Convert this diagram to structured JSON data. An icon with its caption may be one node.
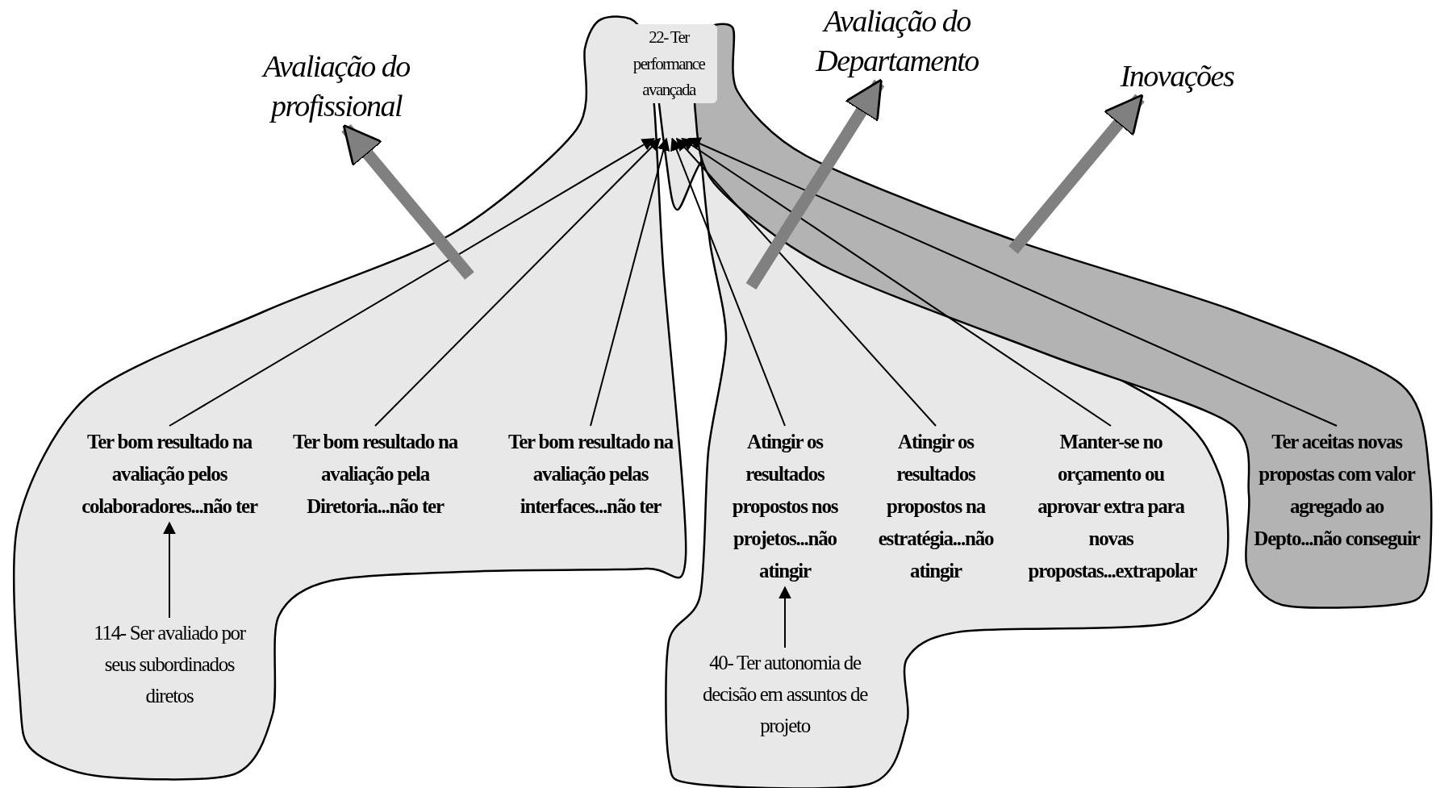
{
  "diagram": {
    "nodes": [
      {
        "text": [
          "Avaliação do profissional"
        ]
      },
      {
        "text": [
          "22- Ter performance avançada"
        ]
      },
      {
        "text": [
          "Avaliação do Departamento"
        ]
      },
      {
        "text": [
          "Inovações"
        ]
      },
      {
        "text": [],
        "shape": "cloud"
      },
      {
        "text": [
          "Ter bom resultado na avaliação pelos colaboradores...não ter"
        ],
        "in": 4
      },
      {
        "text": [
          "Ter bom resultado na avaliação pela Diretoria...não ter"
        ],
        "in": 4
      },
      {
        "text": [
          "Ter bom resultado na avaliação pelas interfaces...não ter"
        ],
        "in": 4
      },
      {
        "text": [
          "114- Ser avaliado por seus subordinados diretos"
        ],
        "in": 4
      },
      {
        "text": [],
        "shape": "cloud"
      },
      {
        "text": [
          "Atingir os resultados propostos nos projetos...não atingir"
        ],
        "in": 9
      },
      {
        "text": [
          "Atingir os resultados propostos na estratégia...não atingir"
        ],
        "in": 9
      },
      {
        "text": [
          "Manter-se no orçamento ou aprovar extra para novas propostas...extrapolar"
        ],
        "in": 9
      },
      {
        "text": [
          "40- Ter autonomia de decisão em assuntos de projeto"
        ],
        "in": 9
      },
      {
        "text": [],
        "shape": "cloud"
      },
      {
        "text": [
          "Ter aceitas novas propostas com valor agregado ao Depto...não conseguir"
        ],
        "in": 14
      }
    ],
    "edges": [
      {
        "from": 5,
        "to": 1,
        "arrow": "to"
      },
      {
        "from": 6,
        "to": 1,
        "arrow": "to"
      },
      {
        "from": 7,
        "to": 1,
        "arrow": "to"
      },
      {
        "from": 10,
        "to": 1,
        "arrow": "to"
      },
      {
        "from": 11,
        "to": 1,
        "arrow": "to"
      },
      {
        "from": 12,
        "to": 1,
        "arrow": "to"
      },
      {
        "from": 15,
        "to": 1,
        "arrow": "to"
      },
      {
        "from": 8,
        "to": 5,
        "arrow": "to"
      },
      {
        "from": 13,
        "to": 10,
        "arrow": "to"
      },
      {
        "from": 4,
        "to": 0,
        "arrow": "to",
        "style": "thick",
        "color": "#808080"
      },
      {
        "from": 9,
        "to": 2,
        "arrow": "to",
        "style": "thick",
        "color": "#808080"
      },
      {
        "from": 14,
        "to": 3,
        "arrow": "to",
        "style": "thick",
        "color": "#808080"
      }
    ]
  }
}
